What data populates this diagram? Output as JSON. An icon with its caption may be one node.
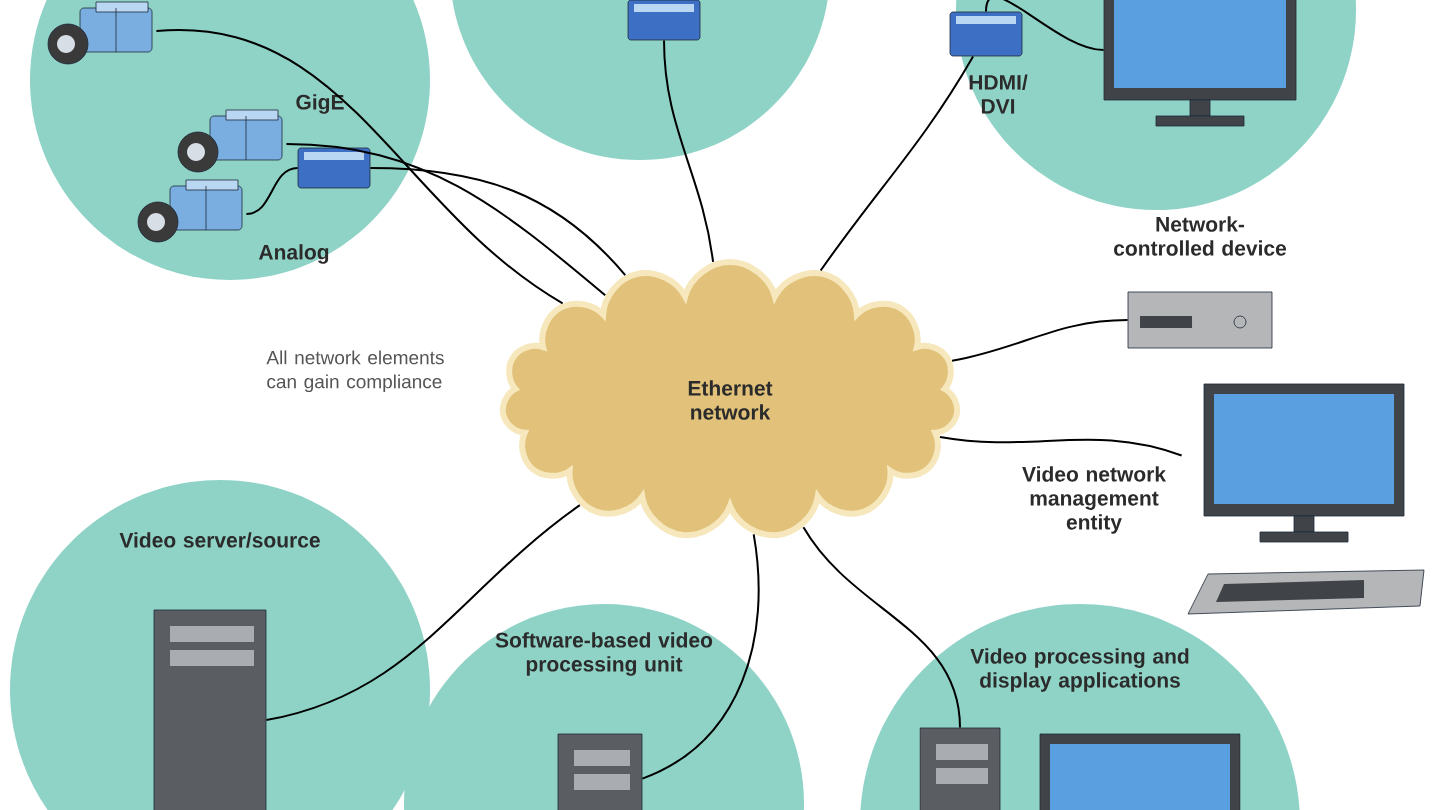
{
  "diagram": {
    "nodes": [
      {
        "text": [],
        "shape": "circle"
      },
      {
        "text": [],
        "shape": "picture",
        "in": 0
      },
      {
        "text": [],
        "shape": "picture",
        "in": 0,
        "beside": [
          "GigE"
        ]
      },
      {
        "text": [],
        "shape": "picture",
        "in": 0,
        "beside": [
          "Analog"
        ]
      },
      {
        "text": [],
        "shape": "picture",
        "in": 0
      },
      {
        "text": [],
        "shape": "circle"
      },
      {
        "text": [],
        "shape": "picture",
        "in": 5
      },
      {
        "text": [],
        "shape": "circle"
      },
      {
        "text": [],
        "shape": "picture",
        "in": 7,
        "beside": [
          "HDMI/ DVI"
        ]
      },
      {
        "text": [],
        "shape": "picture",
        "in": 7
      },
      {
        "text": [
          "Ethernet network"
        ]
      },
      {
        "text": [],
        "shape": "picture",
        "beside": [
          "Network-controlled device"
        ]
      },
      {
        "text": [],
        "shape": "picture",
        "beside": [
          "Video network management entity"
        ]
      },
      {
        "text": [
          "Video server/source"
        ]
      },
      {
        "text": [],
        "shape": "picture",
        "in": 13
      },
      {
        "text": [
          "Software-based video processing unit"
        ]
      },
      {
        "text": [],
        "shape": "picture",
        "in": 15
      },
      {
        "text": [
          "Video processing and display applications"
        ]
      },
      {
        "text": [],
        "shape": "picture",
        "in": 17
      },
      {
        "text": [],
        "shape": "picture",
        "in": 17
      }
    ],
    "edges": [
      {
        "from": 1,
        "to": 10,
        "arrow": "none"
      },
      {
        "from": 2,
        "to": 10,
        "arrow": "none"
      },
      {
        "from": 3,
        "to": 4,
        "arrow": "none"
      },
      {
        "from": 4,
        "to": 10,
        "arrow": "none"
      },
      {
        "from": 6,
        "to": 10,
        "arrow": "none"
      },
      {
        "from": 8,
        "to": 10,
        "arrow": "none"
      },
      {
        "from": 8,
        "to": 9,
        "arrow": "none"
      },
      {
        "from": 10,
        "to": 11,
        "arrow": "none"
      },
      {
        "from": 10,
        "to": 12,
        "arrow": "none"
      },
      {
        "from": 14,
        "to": 10,
        "arrow": "none"
      },
      {
        "from": 16,
        "to": 10,
        "arrow": "none"
      },
      {
        "from": 18,
        "to": 10,
        "arrow": "none"
      }
    ],
    "labels": [
      "All network elements can gain compliance"
    ]
  }
}
